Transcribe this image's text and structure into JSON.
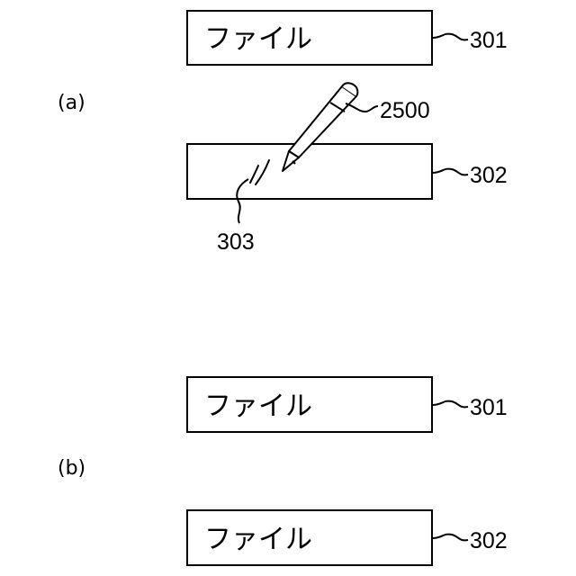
{
  "panel_a": {
    "label": "(a)",
    "box_top": {
      "text": "ファイル",
      "ref": "301"
    },
    "box_bottom": {
      "text": "",
      "ref": "302"
    },
    "pen_ref": "2500",
    "stroke_ref": "303"
  },
  "panel_b": {
    "label": "(b)",
    "box_top": {
      "text": "ファイル",
      "ref": "301"
    },
    "box_bottom": {
      "text": "ファイル",
      "ref": "302"
    }
  }
}
